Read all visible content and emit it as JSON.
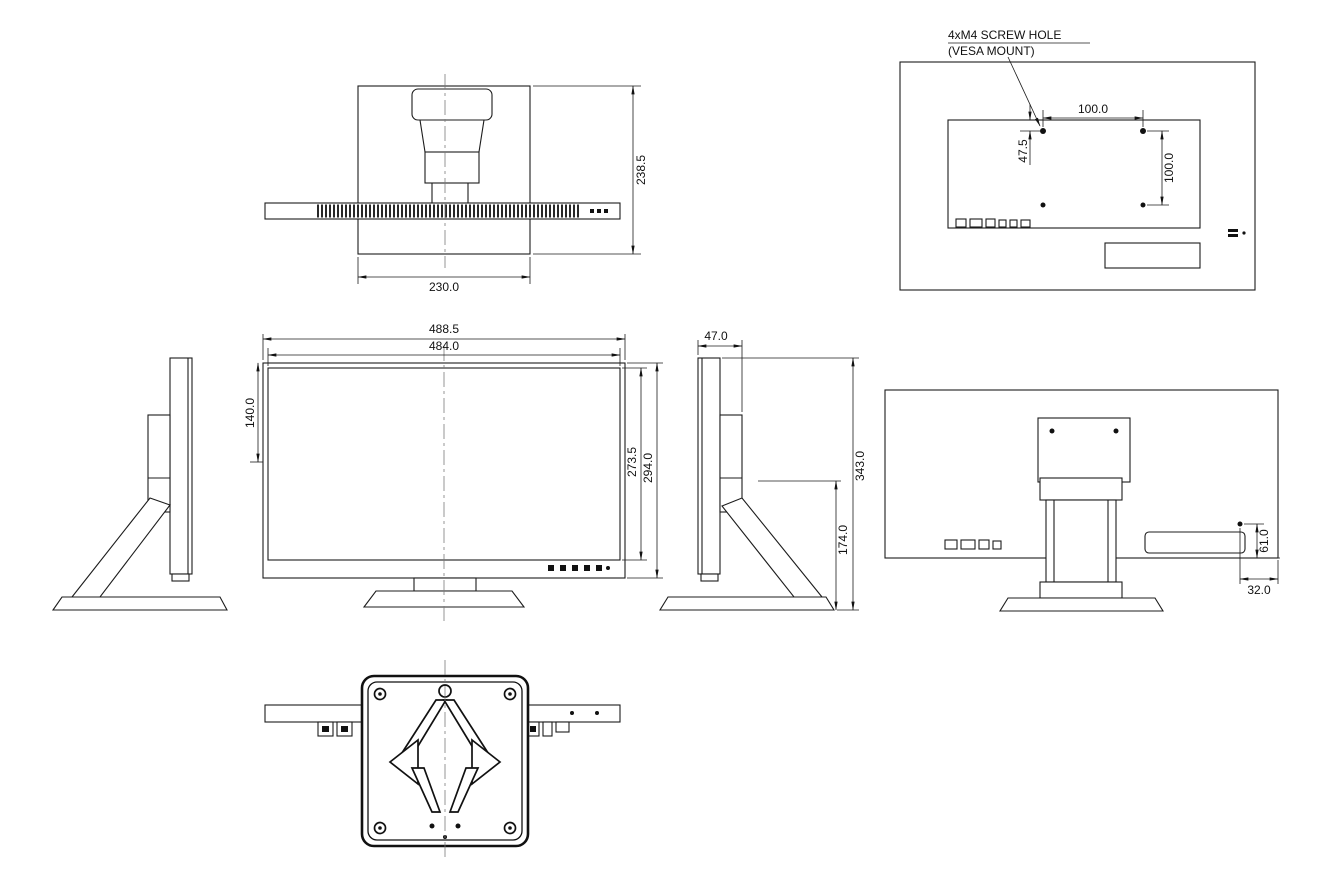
{
  "drawing": {
    "background": "#ffffff",
    "line_color": "#1c1c1c"
  },
  "callout": {
    "line1": "4xM4 SCREW HOLE",
    "line2": "(VESA MOUNT)"
  },
  "dims": {
    "top_height": "238.5",
    "top_width": "230.0",
    "vesa_pitch_h": "100.0",
    "vesa_pitch_v": "100.0",
    "vesa_top_offset": "47.5",
    "front_width_outer": "488.5",
    "front_width_active": "484.0",
    "front_top_offset": "140.0",
    "front_height_active": "273.5",
    "front_height_outer": "294.0",
    "side_depth": "47.0",
    "side_hinge_height": "174.0",
    "side_total_height": "343.0",
    "rear_control_offset_h": "32.0",
    "rear_control_offset_v": "61.0"
  }
}
